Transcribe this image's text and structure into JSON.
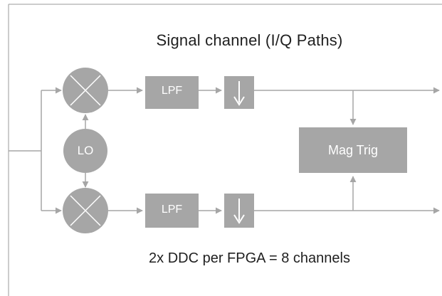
{
  "diagram": {
    "title": "Signal channel (I/Q Paths)",
    "footer": "2x DDC per FPGA = 8 channels",
    "blocks": {
      "lpf_top": "LPF",
      "lpf_bottom": "LPF",
      "lo": "LO",
      "mag_trig": "Mag Trig"
    },
    "colors": {
      "block_fill": "#a6a6a6",
      "line": "#a6a6a6",
      "text_dark": "#1f1f1f",
      "text_light": "#ffffff",
      "frame": "#9a9a9a"
    },
    "icons": {
      "mixer": "mixer-x-icon",
      "decimator": "down-arrow-icon"
    }
  }
}
